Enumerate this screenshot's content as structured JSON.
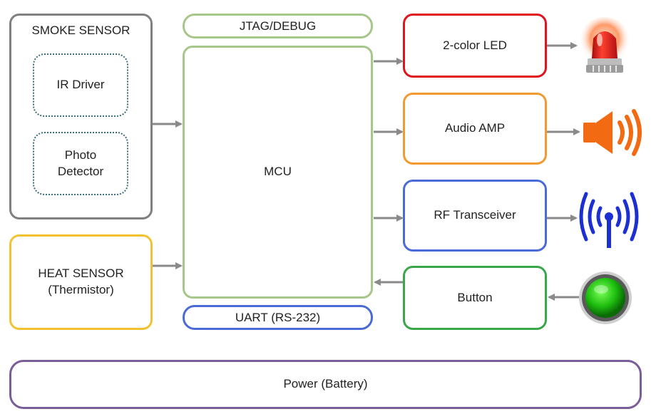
{
  "colors": {
    "smoke": "#808080",
    "heat": "#f2c232",
    "mcu": "#a6c68a",
    "led": "#e0141e",
    "audio": "#f29a30",
    "rf": "#4a6ad8",
    "button": "#3aa64a",
    "power": "#7a5e9a",
    "arrow": "#8a8a8a",
    "inner": "#3c6e7a"
  },
  "smoke_sensor": {
    "title": "SMOKE SENSOR",
    "ir_driver": "IR Driver",
    "photo_detector": "Photo\nDetector"
  },
  "heat_sensor": {
    "label": "HEAT SENSOR\n(Thermistor)"
  },
  "mcu": {
    "label": "MCU",
    "top_port": "JTAG/DEBUG",
    "bottom_port": "UART (RS-232)"
  },
  "outputs": {
    "led": "2-color LED",
    "audio": "Audio AMP",
    "rf": "RF Transceiver",
    "button": "Button"
  },
  "power": {
    "label": "Power (Battery)"
  },
  "icons": [
    "siren-icon",
    "speaker-icon",
    "antenna-icon",
    "green-button-icon"
  ]
}
